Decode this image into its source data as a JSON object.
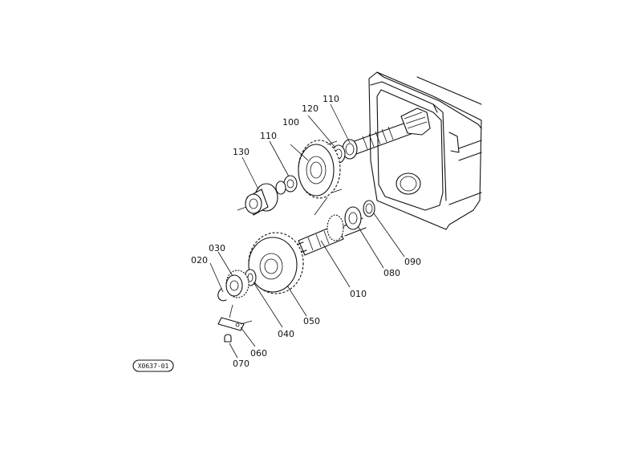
{
  "diagram": {
    "part_labels": {
      "p010": "010",
      "p020": "020",
      "p030": "030",
      "p040": "040",
      "p050": "050",
      "p060": "060",
      "p070": "070",
      "p080": "080",
      "p090": "090",
      "p100": "100",
      "p110a": "110",
      "p110b": "110",
      "p120": "120",
      "p130": "130"
    },
    "figure_code": "X0637-01"
  }
}
